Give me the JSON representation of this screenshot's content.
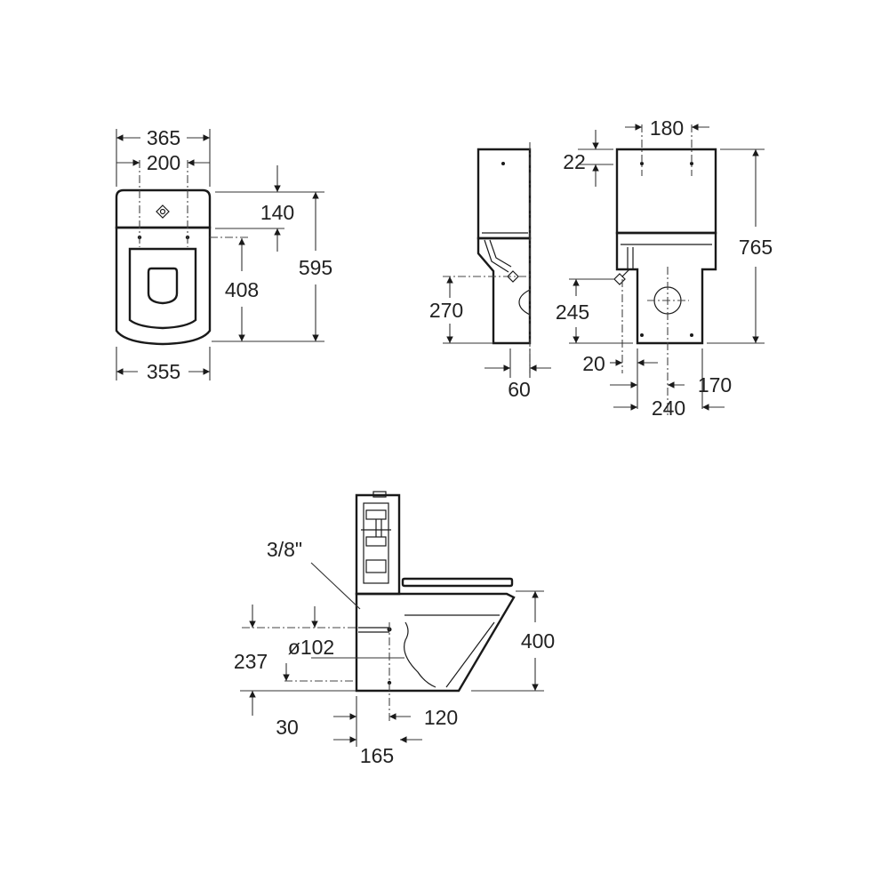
{
  "top_view": {
    "dims": {
      "width_tank": "365",
      "fix_spacing": "200",
      "width_bowl": "355",
      "tank_depth": "140",
      "fix_to_front": "408",
      "total_depth": "595"
    }
  },
  "side_view": {
    "dims": {
      "inlet_height": "270",
      "inlet_offset": "60"
    }
  },
  "rear_view": {
    "dims": {
      "top_fix_spacing": "180",
      "lid_height": "22",
      "total_height": "765",
      "inlet_height": "245",
      "inlet_offset": "20",
      "waste_center": "170",
      "base_width": "240"
    }
  },
  "section_view": {
    "dims": {
      "inlet_size": "3/8\"",
      "waste_diameter": "ø102",
      "waste_height": "237",
      "floor_offset": "30",
      "bowl_height": "400",
      "waste_offset": "120",
      "base_depth": "165"
    }
  }
}
